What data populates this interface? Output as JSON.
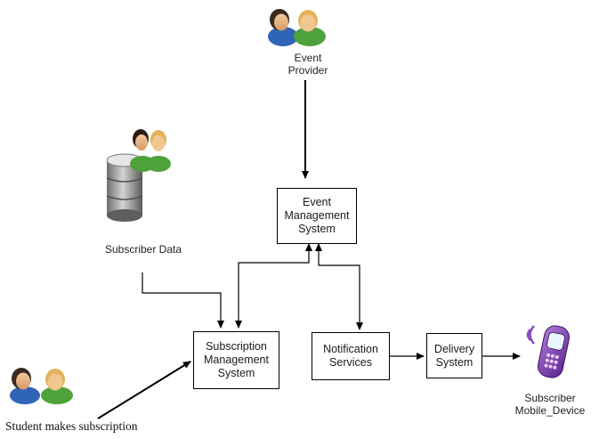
{
  "nodes": {
    "event_provider": {
      "lines": [
        "Event",
        "Provider"
      ],
      "icon": "users-icon"
    },
    "subscriber_data": {
      "label": "Subscriber Data",
      "icon": "database-users-icon"
    },
    "event_management": {
      "lines": [
        "Event",
        "Management",
        "System"
      ]
    },
    "subscription_management": {
      "lines": [
        "Subscription",
        "Management",
        "System"
      ]
    },
    "notification_services": {
      "lines": [
        "Notification",
        "Services"
      ]
    },
    "delivery_system": {
      "lines": [
        "Delivery",
        "System"
      ]
    },
    "subscriber_device": {
      "lines": [
        "Subscriber",
        "Mobile_Device"
      ],
      "icon": "mobile-phone-icon"
    },
    "student": {
      "label": "Student makes subscription",
      "icon": "users-icon"
    }
  },
  "edges": [
    {
      "from": "event_provider",
      "to": "event_management"
    },
    {
      "from": "subscriber_data",
      "to": "subscription_management"
    },
    {
      "from": "subscription_management",
      "to": "event_management",
      "bidirectional": true
    },
    {
      "from": "event_management",
      "to": "notification_services",
      "bidirectional": true
    },
    {
      "from": "notification_services",
      "to": "delivery_system"
    },
    {
      "from": "delivery_system",
      "to": "subscriber_device"
    },
    {
      "from": "student",
      "to": "subscription_management"
    }
  ],
  "colors": {
    "person_left_shirt": "#2f64b8",
    "person_right_shirt": "#4fa13c",
    "database": "#8a8a8a",
    "phone": "#7a3fb0"
  }
}
